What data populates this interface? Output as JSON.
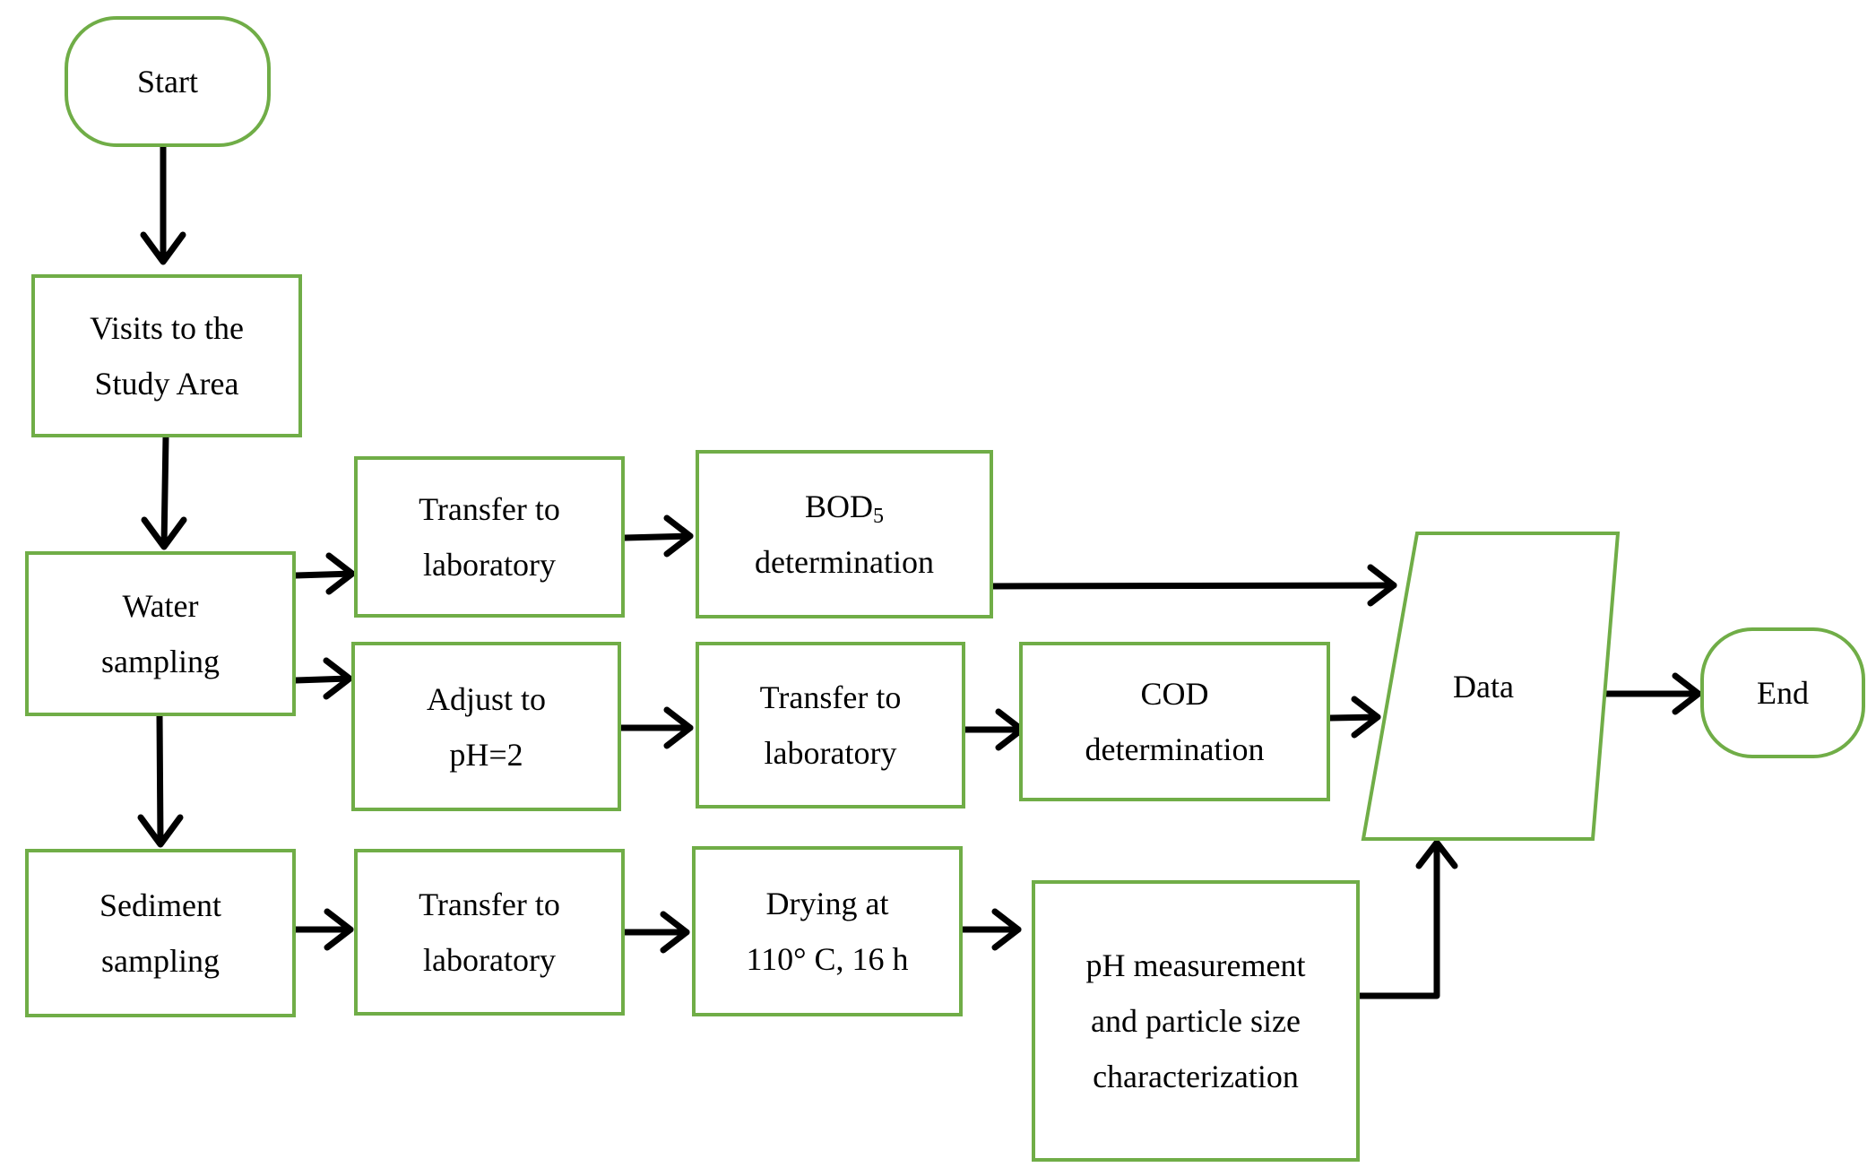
{
  "nodes": {
    "start": {
      "label": "Start"
    },
    "visits": {
      "line1": "Visits to the",
      "line2": "Study Area"
    },
    "water": {
      "line1": "Water",
      "line2": "sampling"
    },
    "sediment": {
      "line1": "Sediment",
      "line2": "sampling"
    },
    "transfer_bod": {
      "line1": "Transfer to",
      "line2": "laboratory"
    },
    "bod": {
      "line1_base": "BOD",
      "line1_sub": "5",
      "line2": "determination"
    },
    "adjust_ph": {
      "line1": "Adjust to",
      "line2": "pH=2"
    },
    "transfer_cod": {
      "line1": "Transfer to",
      "line2": "laboratory"
    },
    "cod": {
      "line1": "COD",
      "line2": "determination"
    },
    "transfer_sed": {
      "line1": "Transfer to",
      "line2": "laboratory"
    },
    "drying": {
      "line1": "Drying at",
      "line2": "110° C, 16 h"
    },
    "ph_particle": {
      "line1": "pH measurement",
      "line2": "and particle size",
      "line3": "characterization"
    },
    "data": {
      "label": "Data"
    },
    "end": {
      "label": "End"
    }
  },
  "colors": {
    "box_border": "#70ad47",
    "arrow": "#000000",
    "text": "#000000"
  }
}
